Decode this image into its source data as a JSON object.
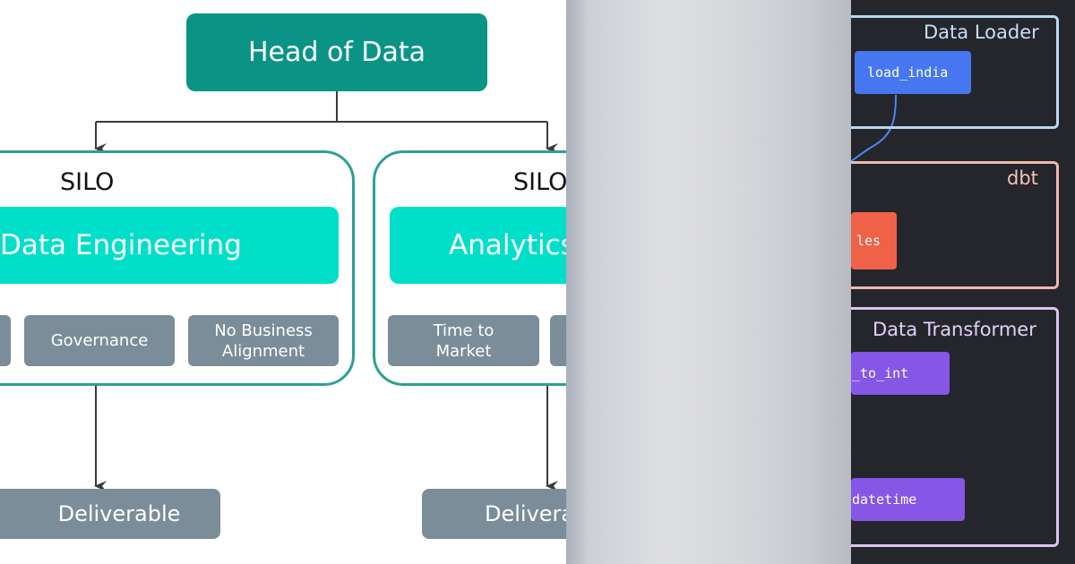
{
  "org_chart": {
    "head": {
      "label": "Head of Data"
    },
    "silos": [
      {
        "label": "SILO",
        "team": "Data Engineering",
        "tags": [
          "",
          "Governance",
          "No Business Alignment"
        ],
        "deliverable": "Deliverable"
      },
      {
        "label": "SILO",
        "team": "Analytics",
        "tags": [
          "Time to Market",
          ""
        ],
        "deliverable": "Deliverable"
      }
    ],
    "colors": {
      "head": "#0b9486",
      "team": "#00dfc9",
      "frame": "#2e9f96",
      "tag": "#7a8d99"
    }
  },
  "pipeline": {
    "groups": [
      {
        "title": "Data Loader",
        "color": "#b7d8f0",
        "nodes": [
          "load_india"
        ]
      },
      {
        "title": "dbt",
        "color": "#f0b8ad",
        "nodes": [
          "les"
        ]
      },
      {
        "title": "Data Transformer",
        "color": "#d9c6ef",
        "nodes": [
          "_to_int",
          "datetime"
        ]
      }
    ],
    "colors": {
      "background": "#25252c",
      "loader_node": "#4677f0",
      "dbt_node": "#ef6149",
      "transformer_node": "#8656e6",
      "edge": "#4f86f2"
    }
  }
}
